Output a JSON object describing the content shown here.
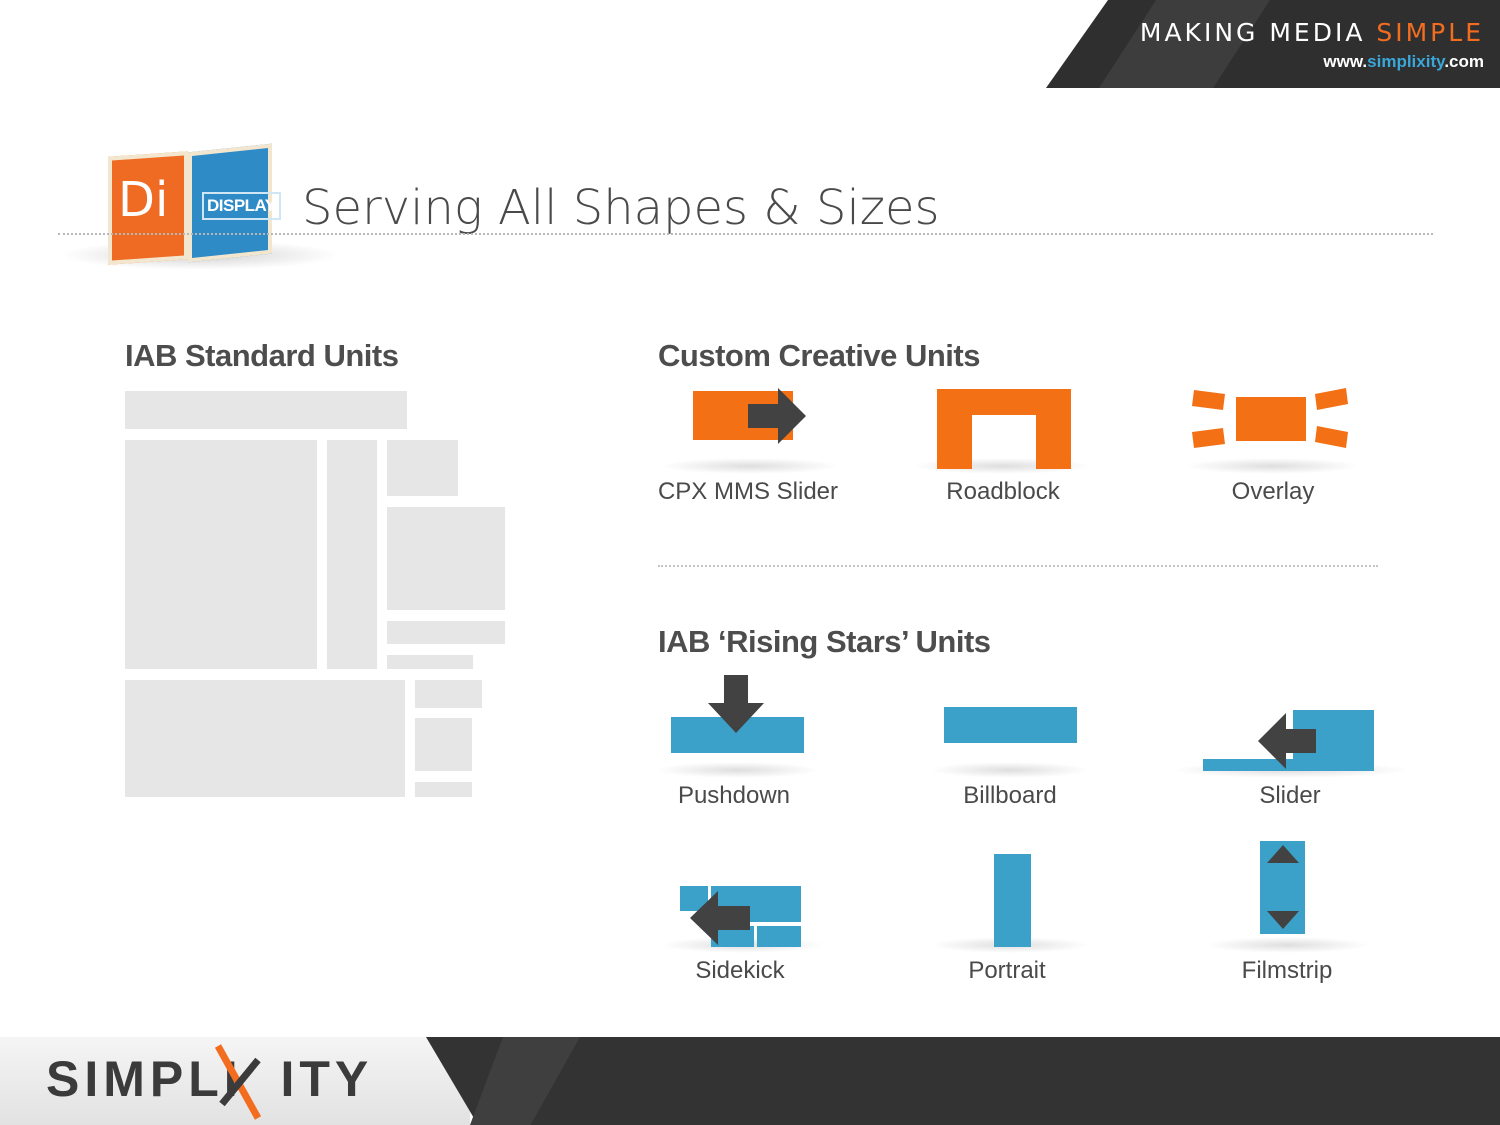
{
  "header": {
    "tagline_main": "MAKING MEDIA ",
    "tagline_accent": "SIMPLE",
    "site_prefix": "www.",
    "site_accent": "simplixity",
    "site_suffix": ".com"
  },
  "logo": {
    "left_face": "Di",
    "right_face": "DISPLAY"
  },
  "page_title": "Serving All Shapes & Sizes",
  "standard": {
    "heading": "IAB Standard Units"
  },
  "custom": {
    "heading": "Custom Creative Units",
    "items": [
      {
        "label": "CPX MMS Slider",
        "icon": "cpx-slider-icon"
      },
      {
        "label": "Roadblock",
        "icon": "roadblock-icon"
      },
      {
        "label": "Overlay",
        "icon": "overlay-icon"
      }
    ]
  },
  "rising": {
    "heading": "IAB ‘Rising Stars’ Units",
    "items": [
      {
        "label": "Pushdown",
        "icon": "pushdown-icon"
      },
      {
        "label": "Billboard",
        "icon": "billboard-icon"
      },
      {
        "label": "Slider",
        "icon": "slider-icon"
      },
      {
        "label": "Sidekick",
        "icon": "sidekick-icon"
      },
      {
        "label": "Portrait",
        "icon": "portrait-icon"
      },
      {
        "label": "Filmstrip",
        "icon": "filmstrip-icon"
      }
    ]
  },
  "footer": {
    "brand": "SIMPLI  ITY"
  },
  "colors": {
    "orange": "#f47014",
    "blue": "#3ba1c9",
    "dark": "#424242",
    "grey": "#e6e6e6"
  }
}
